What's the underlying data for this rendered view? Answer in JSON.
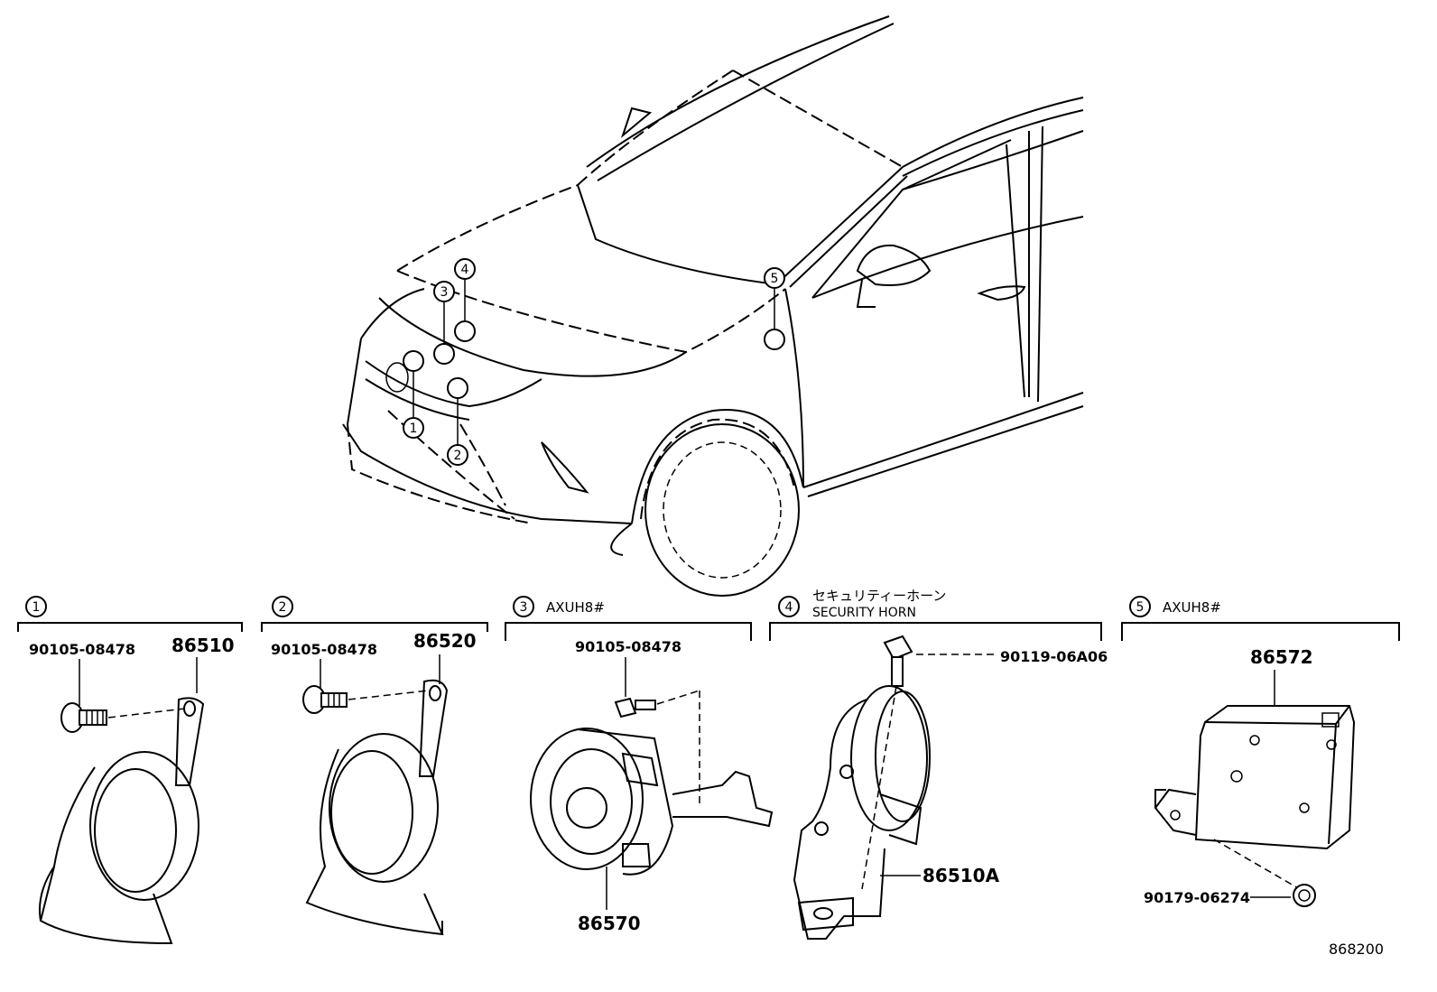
{
  "callouts": [
    "1",
    "2",
    "3",
    "4",
    "5"
  ],
  "sections": [
    {
      "num": "1",
      "note": "",
      "parts": [
        "90105-08478",
        "86510"
      ]
    },
    {
      "num": "2",
      "note": "",
      "parts": [
        "90105-08478",
        "86520"
      ]
    },
    {
      "num": "3",
      "note": "AXUH8#",
      "parts": [
        "90105-08478",
        "86570"
      ]
    },
    {
      "num": "4",
      "note_jp": "セキュリティーホーン",
      "note": "SECURITY HORN",
      "parts": [
        "90119-06A06",
        "86510A"
      ]
    },
    {
      "num": "5",
      "note": "AXUH8#",
      "parts": [
        "86572",
        "90179-06274"
      ]
    }
  ],
  "figure_code": "868200"
}
